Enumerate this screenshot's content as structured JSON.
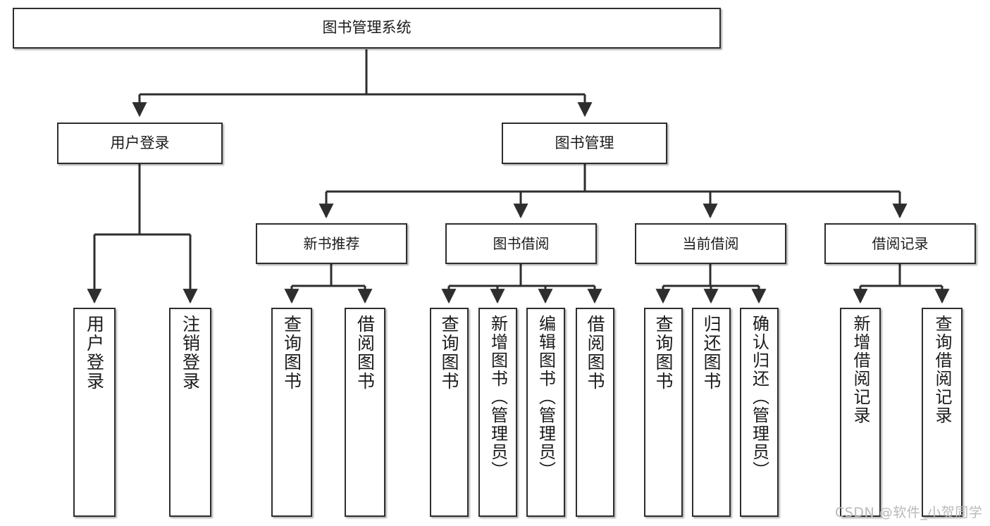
{
  "diagram": {
    "type": "tree",
    "title": "图书管理系统",
    "orientation": "top-down",
    "colors": {
      "background": "#ffffff",
      "node_fill": "#ffffff",
      "node_border": "#2e2e2e",
      "edge": "#2e2e2e",
      "text": "#1b1b1b",
      "watermark": "#b9b9b9"
    },
    "root": {
      "label": "图书管理系统"
    },
    "level2": [
      {
        "label": "用户登录"
      },
      {
        "label": "图书管理"
      }
    ],
    "level3": [
      {
        "label": "新书推荐"
      },
      {
        "label": "图书借阅"
      },
      {
        "label": "当前借阅"
      },
      {
        "label": "借阅记录"
      }
    ],
    "leaves": {
      "user_login": [
        {
          "label": "用户登录"
        },
        {
          "label": "注销登录"
        }
      ],
      "new_book_recommend": [
        {
          "label": "查询图书"
        },
        {
          "label": "借阅图书"
        }
      ],
      "book_borrow": [
        {
          "label": "查询图书"
        },
        {
          "label": "新增图书（管理员）"
        },
        {
          "label": "编辑图书（管理员）"
        },
        {
          "label": "借阅图书"
        }
      ],
      "current_borrow": [
        {
          "label": "查询图书"
        },
        {
          "label": "归还图书"
        },
        {
          "label": "确认归还（管理员）"
        }
      ],
      "borrow_record": [
        {
          "label": "新增借阅记录"
        },
        {
          "label": "查询借阅记录"
        }
      ]
    }
  },
  "watermark": {
    "text": "CSDN @软件_小贺同学"
  }
}
